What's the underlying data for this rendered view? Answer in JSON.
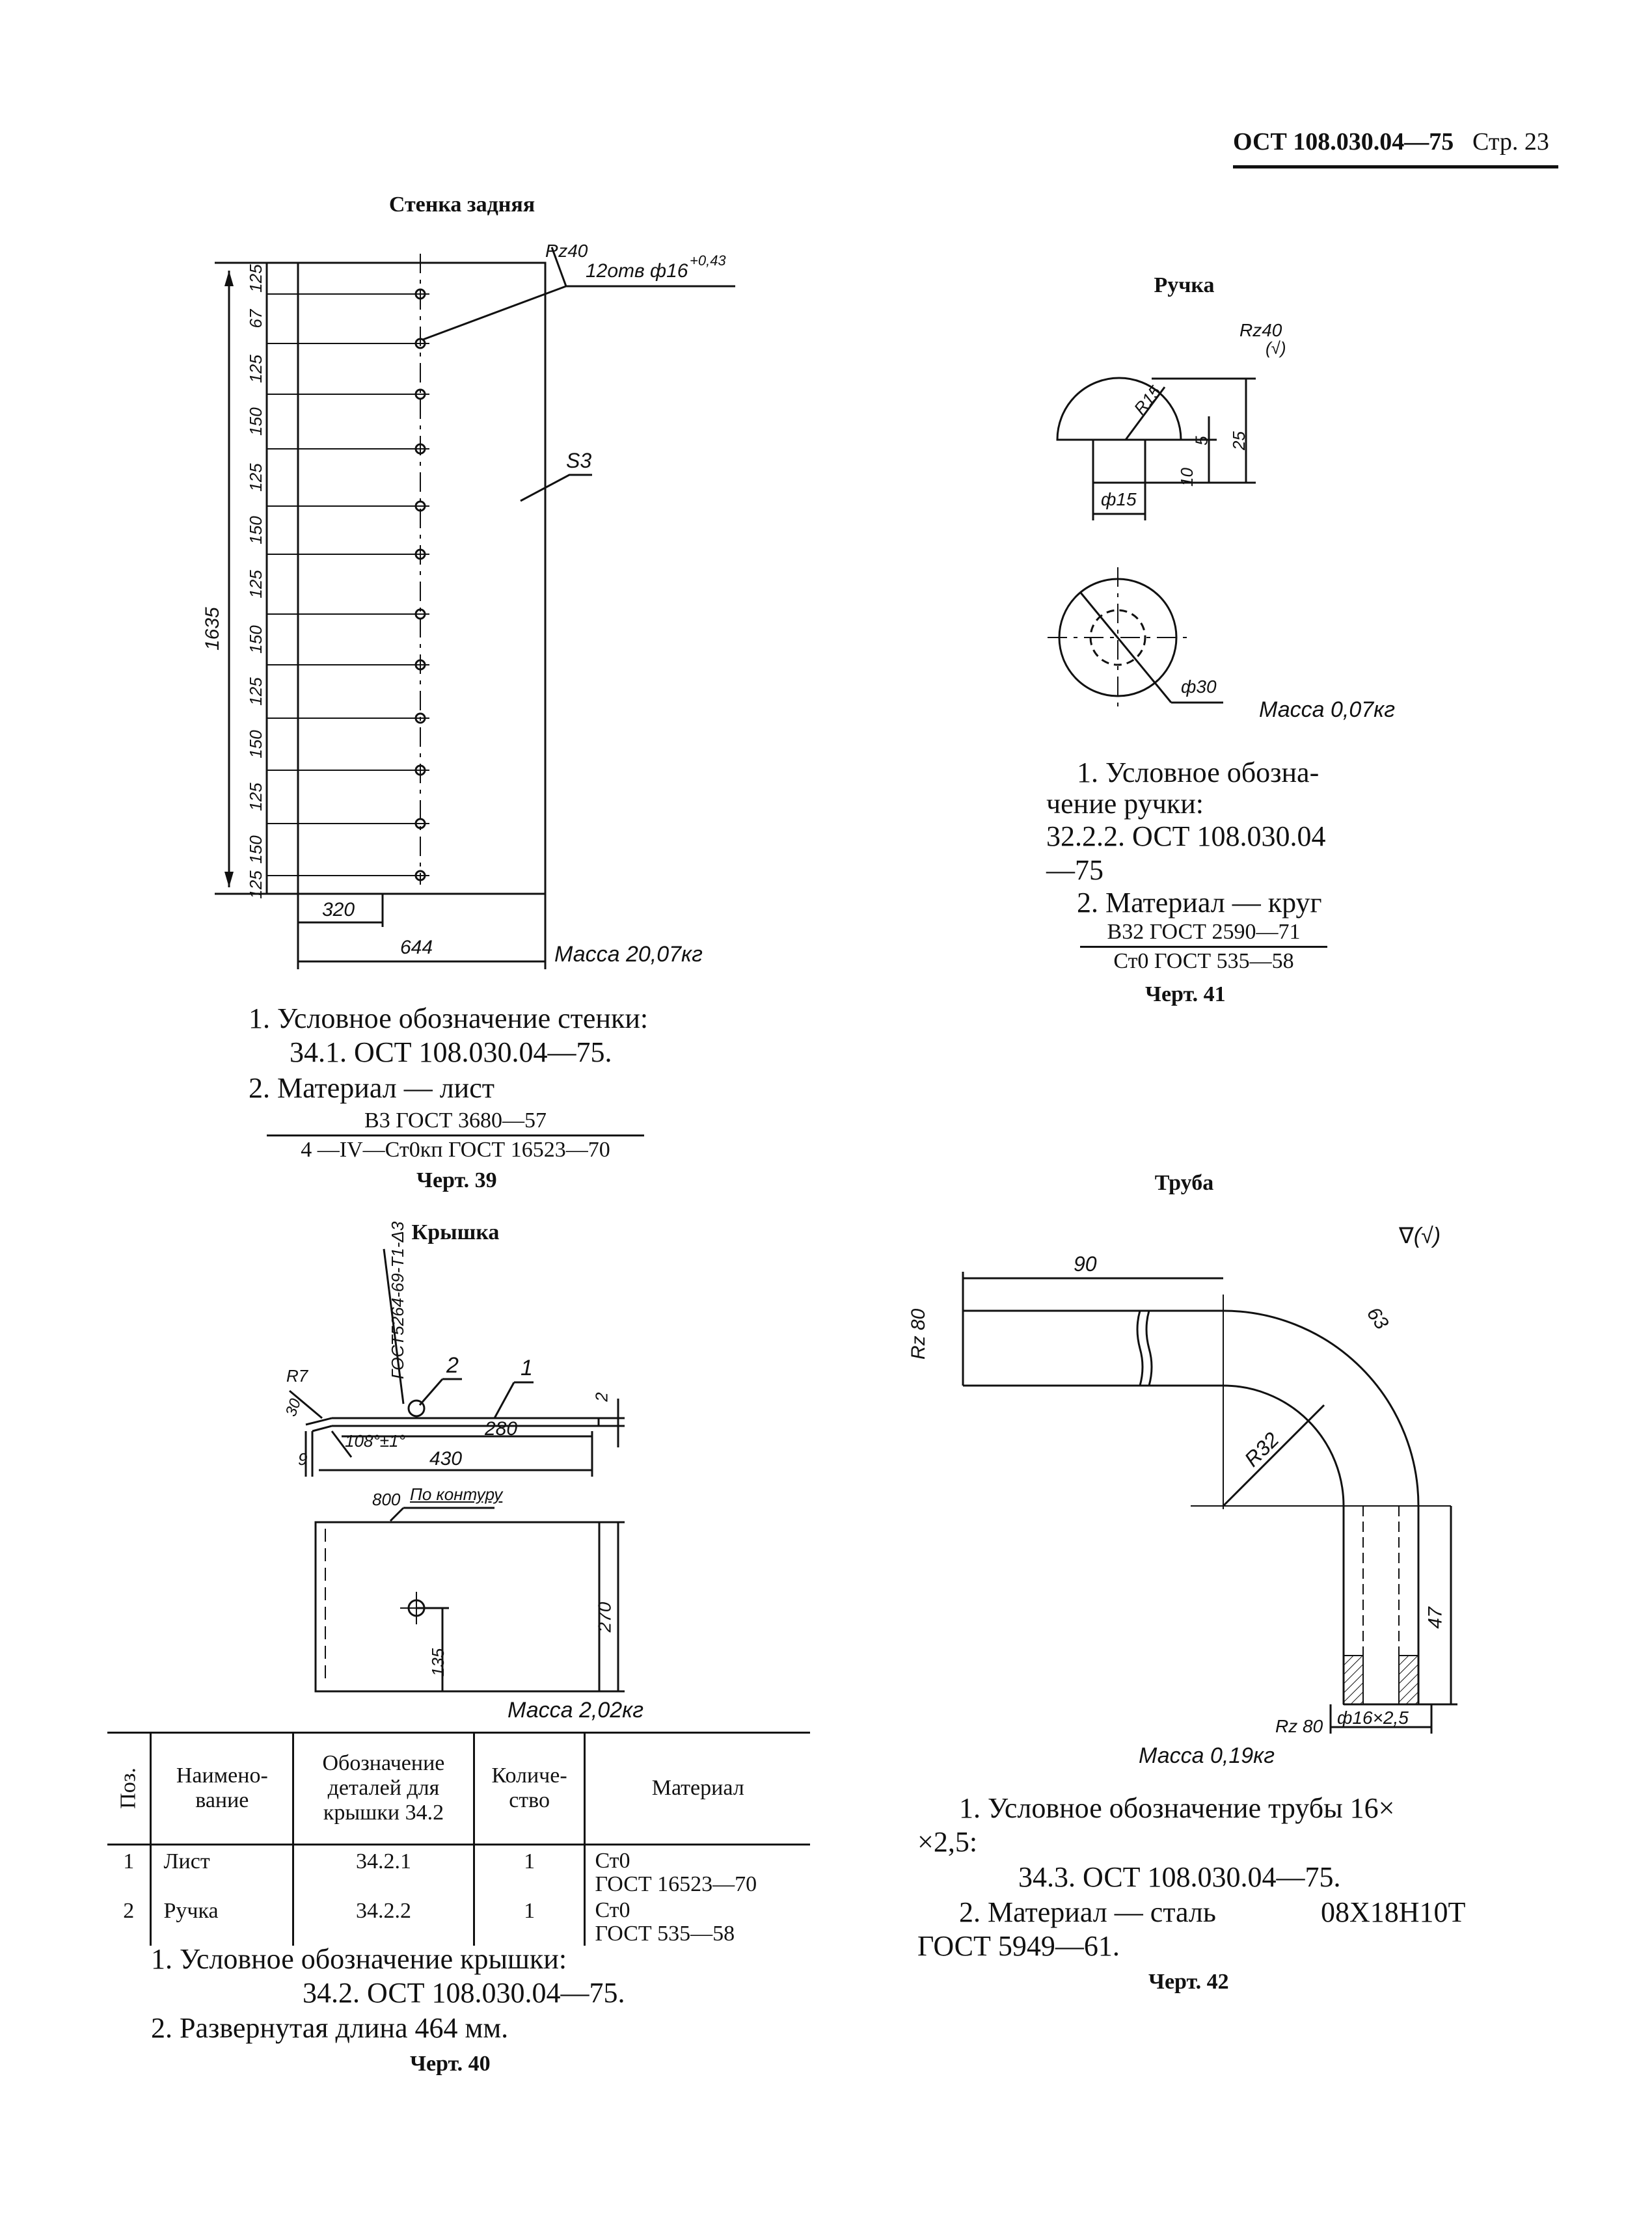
{
  "header": {
    "doc_code": "ОСТ 108.030.04—75",
    "page_label": "Стр. 23"
  },
  "fig39": {
    "title": "Стенка задняя",
    "roughness": "Rz40",
    "holes_note": "12отв ф16",
    "holes_tol": "+0,43",
    "thickness": "S3",
    "height_total": "1635",
    "pitch_values": [
      "125",
      "67",
      "125",
      "150",
      "125",
      "150",
      "125",
      "150",
      "125",
      "150",
      "125",
      "150",
      "125"
    ],
    "width_half": "320",
    "width_total": "644",
    "mass": "Масса 20,07кг",
    "note1_line1": "1. Условное обозначение стенки:",
    "note1_line2": "34.1. ОСТ 108.030.04—75.",
    "note2": "2. Материал — лист",
    "material_top": "В3 ГОСТ 3680—57",
    "material_bottom": "4 —IV—Ст0кп ГОСТ 16523—70",
    "caption": "Черт. 39"
  },
  "fig41": {
    "title": "Ручка",
    "roughness": "Rz40",
    "roughness_sub": "(√)",
    "dim_r": "R15",
    "dim_5": "5",
    "dim_25": "25",
    "dim_10": "10",
    "dim_d15": "ф15",
    "dim_d30": "ф30",
    "mass": "Масса 0,07кг",
    "note1_line1": "1. Условное обозна-",
    "note1_line2": "чение ручки:",
    "note1_line3": "32.2.2. ОСТ 108.030.04",
    "note1_line4": "—75",
    "note2": "2. Материал — круг",
    "material_top": "В32 ГОСТ 2590—71",
    "material_bottom": "Ст0 ГОСТ 535—58",
    "caption": "Черт. 41"
  },
  "fig40": {
    "title": "Крышка",
    "gost_vertical": "ГОСТ5264-69-Т1-Δ3",
    "pos1": "1",
    "pos2": "2",
    "dim_r7": "R7",
    "dim_30": "30",
    "dim_2": "2",
    "dim_280": "280",
    "dim_angle": "108°±1°",
    "dim_9": "9",
    "dim_430": "430",
    "dim_800": "800",
    "contour_note": "По контуру",
    "dim_270": "270",
    "dim_135": "135",
    "mass": "Масса 2,02кг",
    "table": {
      "headers": [
        "Поз.",
        "Наимено-\nвание",
        "Обозначение\nдеталей для\nкрышки 34.2",
        "Количе-\nство",
        "Материал"
      ],
      "rows": [
        {
          "pos": "1",
          "name": "Лист",
          "code": "34.2.1",
          "qty": "1",
          "mat1": "Ст0",
          "mat2": "ГОСТ 16523—70"
        },
        {
          "pos": "2",
          "name": "Ручка",
          "code": "34.2.2",
          "qty": "1",
          "mat1": "Ст0",
          "mat2": "ГОСТ 535—58"
        }
      ]
    },
    "note1_line1": "1. Условное обозначение крышки:",
    "note1_line2": "34.2. ОСТ 108.030.04—75.",
    "note2": "2. Развернутая длина 464 мм.",
    "caption": "Черт. 40"
  },
  "fig42": {
    "title": "Труба",
    "roughness_corner": "∇(√)",
    "dim_90": "90",
    "dim_63": "63",
    "dim_r32": "R32",
    "dim_47": "47",
    "rz80_a": "Rz 80",
    "rz80_b": "Rz 80",
    "dim_tube": "ф16×2,5",
    "mass": "Масса 0,19кг",
    "note1_line1": "1. Условное обозначение трубы 16×",
    "note1_line2": "×2,5:",
    "note1_line3": "34.3. ОСТ 108.030.04—75.",
    "note2_a": "2. Материал — сталь",
    "note2_b": "08Х18Н10Т",
    "note2_line2": "ГОСТ 5949—61.",
    "caption": "Черт. 42"
  }
}
